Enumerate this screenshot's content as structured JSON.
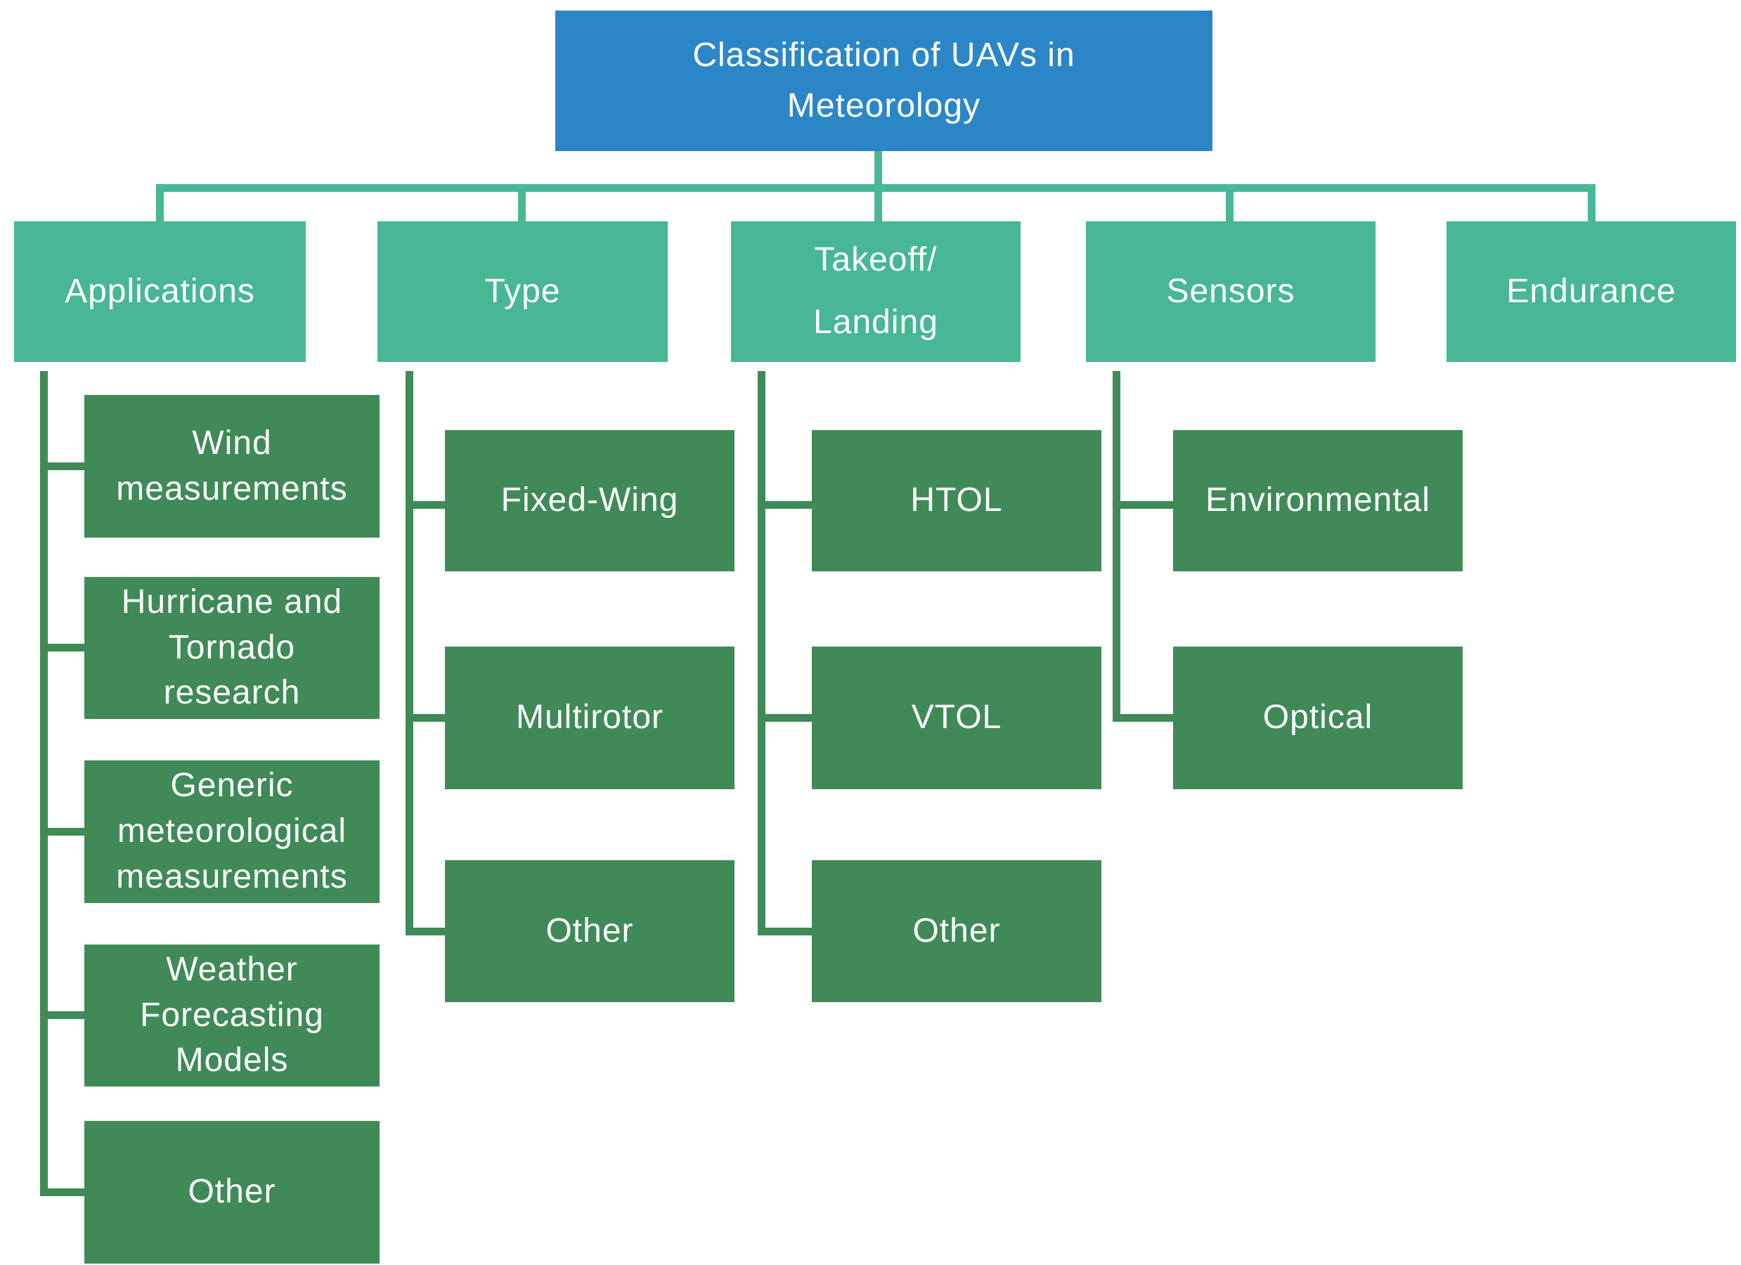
{
  "title": "Classification of UAVs in\nMeteorology",
  "colors": {
    "title_bg": "#2B86C8",
    "level1_bg": "#47B795",
    "child_bg": "#3F8A57",
    "connector_teal": "#47B795",
    "connector_green": "#3F8A57",
    "text": "#FFFFFF"
  },
  "columns": [
    {
      "label": "Applications",
      "children": [
        "Wind\nmeasurements",
        "Hurricane and\nTornado\nresearch",
        "Generic\nmeteorological\nmeasurements",
        "Weather\nForecasting\nModels",
        "Other"
      ]
    },
    {
      "label": "Type",
      "children": [
        "Fixed-Wing",
        "Multirotor",
        "Other"
      ]
    },
    {
      "label": "Takeoff/\nLanding",
      "children": [
        "HTOL",
        "VTOL",
        "Other"
      ]
    },
    {
      "label": "Sensors",
      "children": [
        "Environmental",
        "Optical"
      ]
    },
    {
      "label": "Endurance",
      "children": []
    }
  ]
}
